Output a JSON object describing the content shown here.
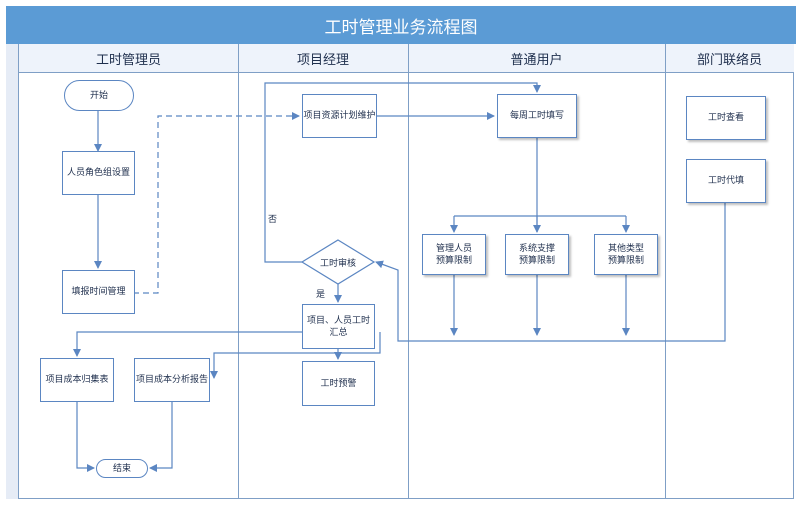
{
  "title": "工时管理业务流程图",
  "lanes": [
    "工时管理员",
    "项目经理",
    "普通用户",
    "部门联络员"
  ],
  "nodes": {
    "start": "开始",
    "role_setup": "人员角色组设置",
    "fill_time": "填报时间管理",
    "cost_summary_table": "项目成本归集表",
    "cost_report": "项目成本分析报告",
    "end": "结束",
    "resource_plan": "项目资源计划维护",
    "review": "工时审核",
    "project_summary": "项目、人员工时汇总",
    "time_alert": "工时预警",
    "weekly_fill": "每周工时填写",
    "mgmt_budget": [
      "管理人员",
      "预算限制"
    ],
    "sys_budget": [
      "系统支撑",
      "预算限制"
    ],
    "other_budget": [
      "其他类型",
      "预算限制"
    ],
    "time_view": "工时查看",
    "time_proxy": "工时代填"
  },
  "edge_labels": {
    "no": "否",
    "yes": "是"
  },
  "colors": {
    "header": "#5b9bd5",
    "line": "#5b86c2",
    "lane_border": "#7f9fc6"
  }
}
